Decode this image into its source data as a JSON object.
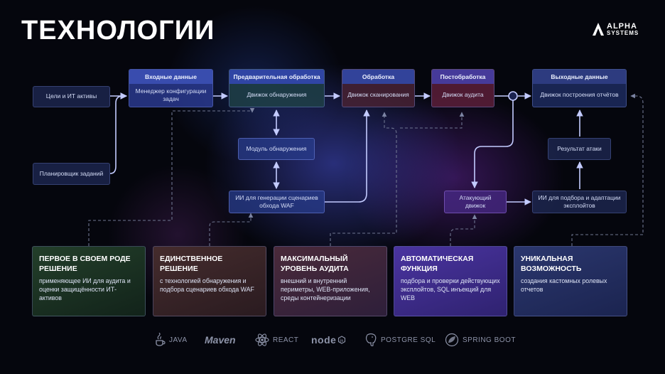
{
  "page": {
    "title": "ТЕХНОЛОГИИ",
    "logo_line1": "ALPHA",
    "logo_line2": "SYSTEMS"
  },
  "diagram": {
    "inputs": {
      "goals": "Цели и ИТ активы",
      "scheduler": "Планировщик заданий"
    },
    "stages": [
      {
        "header": "Входные данные",
        "body": "Менеджер конфигурации задач"
      },
      {
        "header": "Предварительная обработка",
        "body": "Движок обнаружения"
      },
      {
        "header": "Обработка",
        "body": "Движок сканирования"
      },
      {
        "header": "Постобработка",
        "body": "Движок аудита"
      },
      {
        "header": "Выходные данные",
        "body": "Движок построения отчётов"
      }
    ],
    "detection_module": "Модуль обнаружения",
    "waf_ai": "ИИ для генерации сценариев обхода WAF",
    "attack_engine": "Атакующий движок",
    "exploit_ai": "ИИ для подбора и адаптации эксплойтов",
    "attack_result": "Результат атаки"
  },
  "cards": [
    {
      "title": "Первое в своем роде решение",
      "text": "применяющее ИИ для аудита и оценки защищённости ИТ-активов"
    },
    {
      "title": "Единственное решение",
      "text": "с технологией обнаружения и подбора сценариев обхода WAF"
    },
    {
      "title": "Максимальный уровень аудита",
      "text": "внешний и внутренний периметры, WEB-приложения, среды контейнеризации"
    },
    {
      "title": "Автоматическая функция",
      "text": "подбора и проверки действующих эксплойтов, SQL инъекций для WEB"
    },
    {
      "title": "Уникальная возможность",
      "text": "создания кастомных ролевых отчетов"
    }
  ],
  "technologies": [
    "JAVA",
    "Maven",
    "REACT",
    "node",
    "POSTGRE SQL",
    "SPRING BOOT"
  ],
  "colors": {
    "background": "#05060d",
    "connector": "#b9c2ff",
    "dashed": "#6e7590",
    "card_green": "#1c3523",
    "card_brown": "#3a2626",
    "card_purple": "#3b2a7a"
  }
}
